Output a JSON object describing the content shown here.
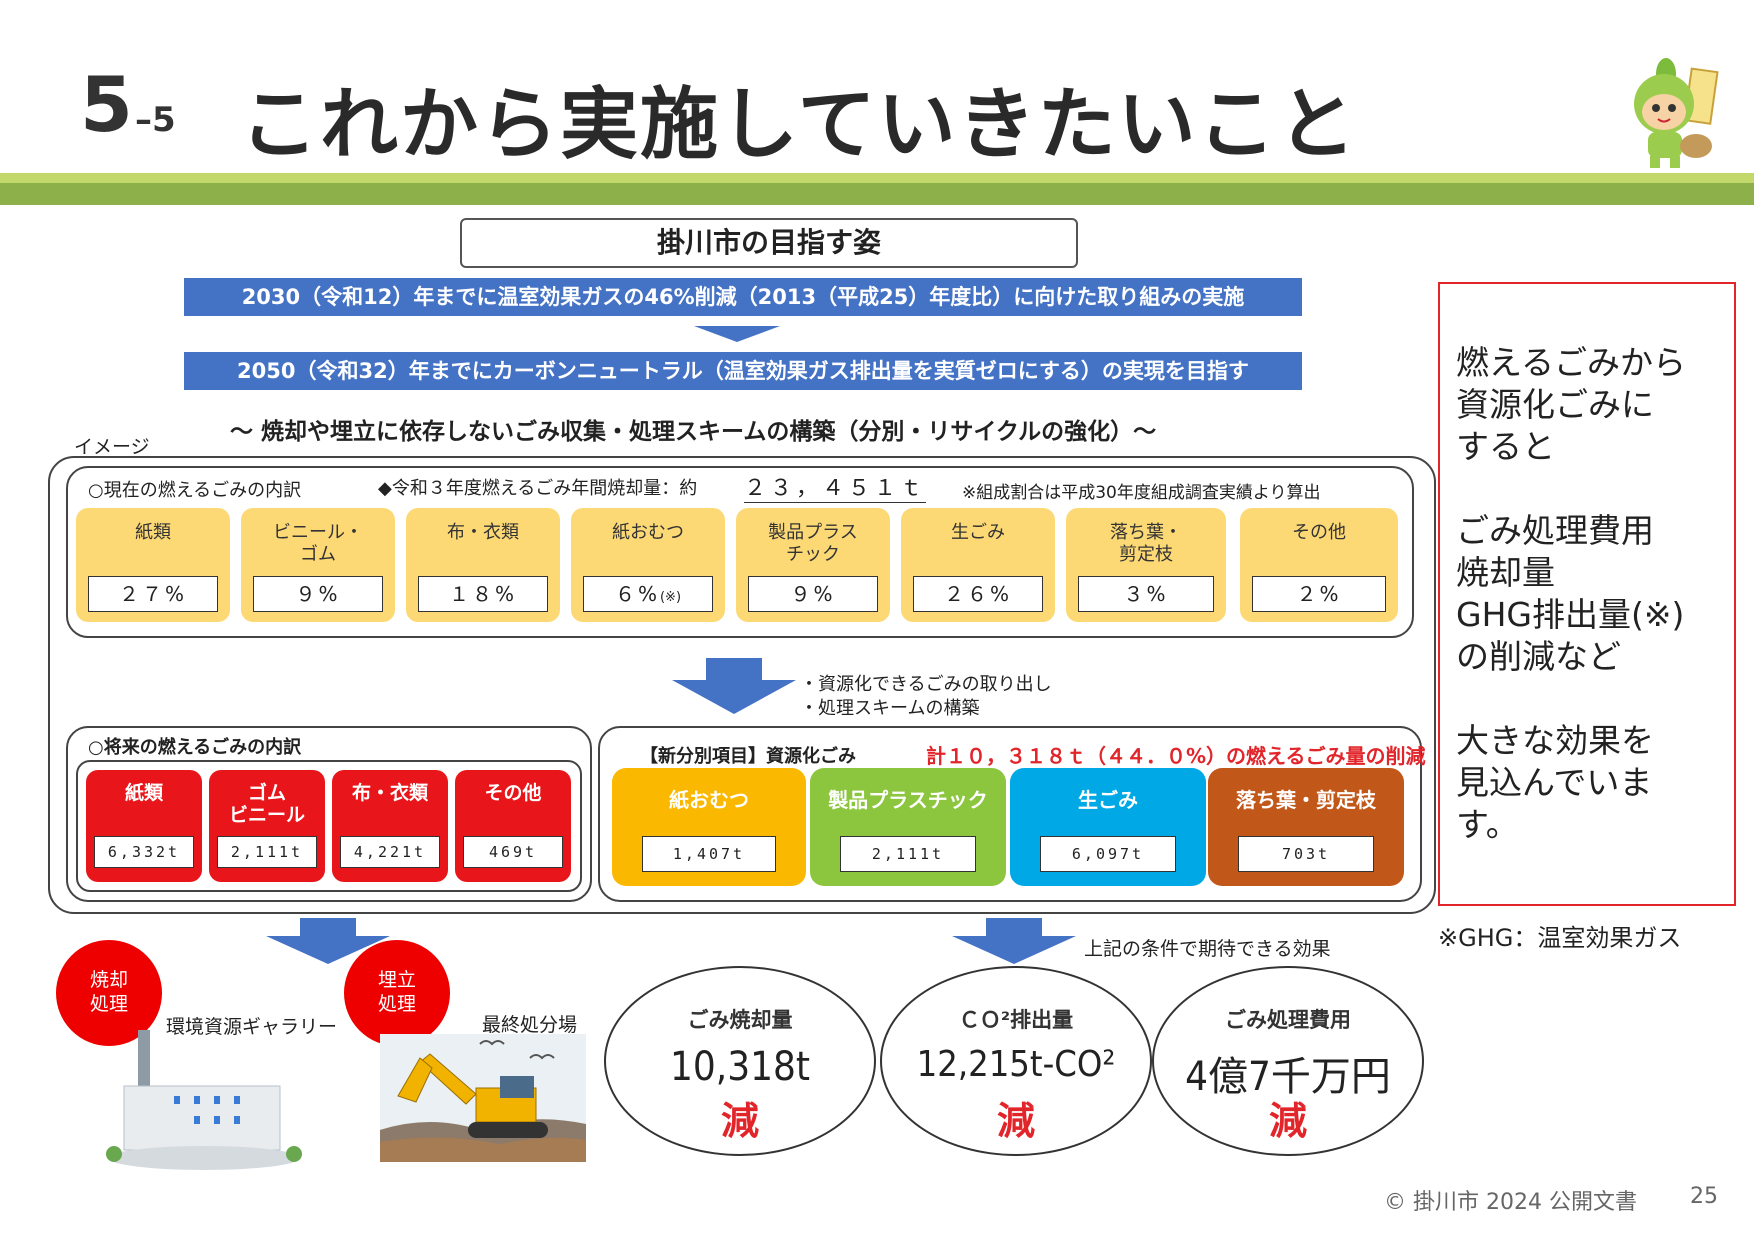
{
  "header": {
    "number": "5",
    "sub_number": "–5",
    "title": "これから実施していきたいこと"
  },
  "goal": {
    "title": "掛川市の目指す姿",
    "bar1": "2030（令和12）年までに温室効果ガスの46%削減（2013（平成25）年度比）に向けた取り組みの実施",
    "bar2": "2050（令和32）年までにカーボンニュートラル（温室効果ガス排出量を実質ゼロにする）の実現を目指す",
    "slogan": "～ 焼却や埋立に依存しないごみ収集・処理スキームの構築（分別・リサイクルの強化）～"
  },
  "image_label": "イメージ",
  "current": {
    "title": "○現在の燃えるごみの内訳",
    "annual_label": "◆令和３年度燃えるごみ年間焼却量：約",
    "annual_value": "２３，４５１ｔ",
    "note": "※組成割合は平成30年度組成調査実績より算出",
    "items": [
      {
        "label": "紙類",
        "value": "２７%"
      },
      {
        "label": "ビニール・\nゴム",
        "value": "９%"
      },
      {
        "label": "布・衣類",
        "value": "１８%"
      },
      {
        "label": "紙おむつ",
        "value": "６%",
        "suffix": "(※)"
      },
      {
        "label": "製品プラス\nチック",
        "value": "９%"
      },
      {
        "label": "生ごみ",
        "value": "２６%"
      },
      {
        "label": "落ち葉・\n剪定枝",
        "value": "３%"
      },
      {
        "label": "その他",
        "value": "２%"
      }
    ]
  },
  "arrow_notes": [
    "・資源化できるごみの取り出し",
    "・処理スキームの構築"
  ],
  "future": {
    "title": "○将来の燃えるごみの内訳",
    "items": [
      {
        "label": "紙類",
        "value": "6,332t"
      },
      {
        "label": "ゴム\nビニール",
        "value": "2,111t"
      },
      {
        "label": "布・衣類",
        "value": "4,221t"
      },
      {
        "label": "その他",
        "value": "469t"
      }
    ]
  },
  "new_sort": {
    "title": "【新分別項目】資源化ごみ",
    "reduction": "計１０，３１８ｔ（４４．０%）の燃えるごみ量の削減",
    "items": [
      {
        "label": "紙おむつ",
        "value": "1,407t",
        "color": "#fbb800"
      },
      {
        "label": "製品プラスチック",
        "value": "2,111t",
        "color": "#8cc63f"
      },
      {
        "label": "生ごみ",
        "value": "6,097t",
        "color": "#00a8e6"
      },
      {
        "label": "落ち葉・剪定枝",
        "value": "703t",
        "color": "#c2571a"
      }
    ]
  },
  "incineration": {
    "badge": "焼却\n処理",
    "facility": "環境資源ギャラリー"
  },
  "landfill": {
    "badge": "埋立\n処理",
    "facility": "最終処分場"
  },
  "effects": {
    "caption": "上記の条件で期待できる効果",
    "items": [
      {
        "heading": "ごみ焼却量",
        "value": "10,318t",
        "result": "減"
      },
      {
        "heading": "ＣＯ²排出量",
        "value": "12,215t-CO²",
        "result": "減"
      },
      {
        "heading": "ごみ処理費用",
        "value": "4億7千万円",
        "result": "減"
      }
    ]
  },
  "side_note": {
    "lines": [
      "燃えるごみから",
      "資源化ごみに",
      "すると",
      "",
      "ごみ処理費用",
      "焼却量",
      "GHG排出量(※)",
      "の削減など",
      "",
      "大きな効果を",
      "見込んでいま",
      "す。"
    ],
    "footnote": "※GHG：温室効果ガス"
  },
  "footer": {
    "copyright": "© 掛川市 2024 公開文書",
    "page": "25"
  },
  "colors": {
    "green_band": "#8db04a",
    "blue_bar": "#4472c4",
    "yellow_card": "#fdd976",
    "red_card": "#e8161b",
    "red_text": "#e1252a"
  }
}
